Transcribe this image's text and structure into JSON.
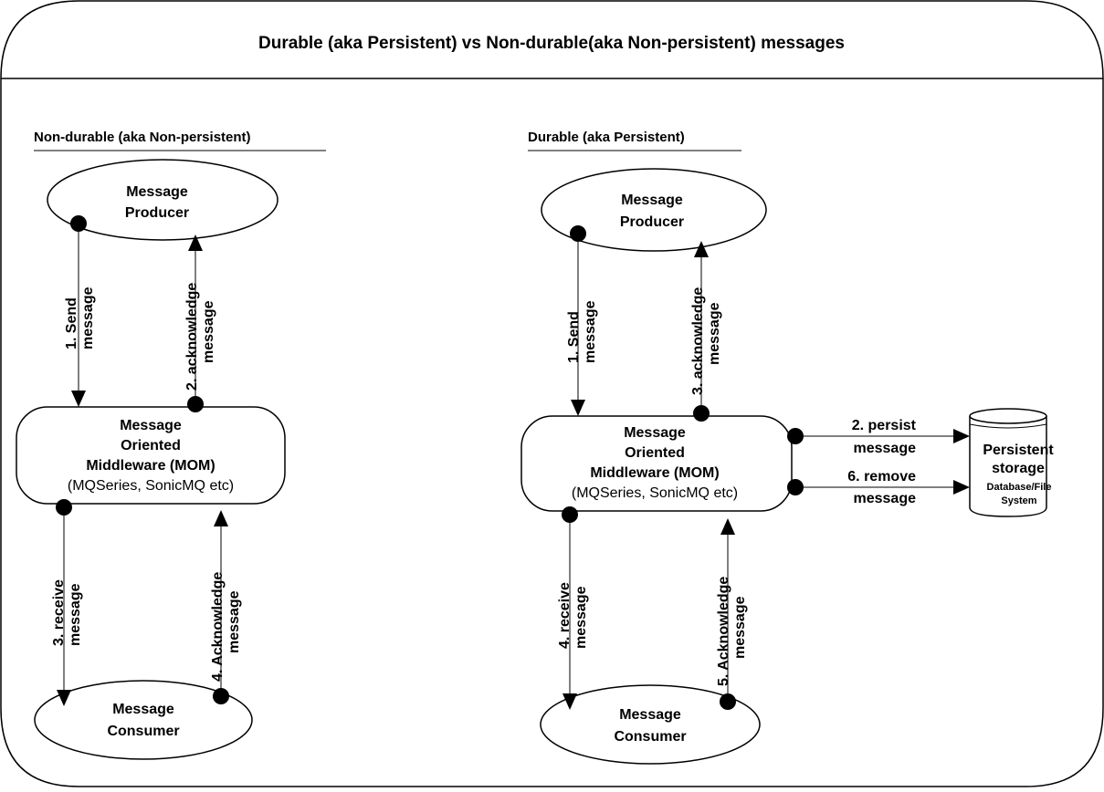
{
  "title": "Durable (aka Persistent) vs Non-durable(aka Non-persistent) messages",
  "sections": {
    "nondurable": "Non-durable (aka Non-persistent)",
    "durable": "Durable (aka Persistent)"
  },
  "nodes": {
    "producer": [
      "Message",
      "Producer"
    ],
    "mom": [
      "Message",
      "Oriented",
      "Middleware (MOM)"
    ],
    "mom_sub": "(MQSeries, SonicMQ etc)",
    "consumer": [
      "Message",
      "Consumer"
    ],
    "storage": [
      "Persistent",
      "storage"
    ],
    "storage_sub": [
      "Database/File",
      "System"
    ]
  },
  "left_flow": {
    "send": [
      "1. Send",
      "message"
    ],
    "ack_producer": [
      "2. acknowledge",
      "message"
    ],
    "receive": [
      "3. receive",
      "message"
    ],
    "ack_consumer": [
      "4. Acknowledge",
      "message"
    ]
  },
  "right_flow": {
    "send": [
      "1. Send",
      "message"
    ],
    "persist": [
      "2. persist",
      "message"
    ],
    "ack_producer": [
      "3. acknowledge",
      "message"
    ],
    "receive": [
      "4. receive",
      "message"
    ],
    "ack_consumer": [
      "5. Acknowledge",
      "message"
    ],
    "remove": [
      "6. remove",
      "message"
    ]
  }
}
